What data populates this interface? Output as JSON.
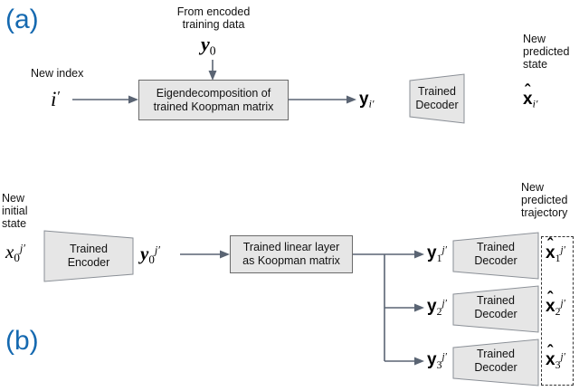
{
  "figure": {
    "panels": [
      {
        "id": "a",
        "letter": "(a)",
        "captions": {
          "from_encoded": "From encoded\ntraining data",
          "new_index": "New index",
          "new_predicted_state": "New\npredicted\nstate"
        },
        "symbols": {
          "y0": {
            "base": "y",
            "sub": "0",
            "sup": ""
          },
          "i_prime": {
            "base": "i",
            "sub": "",
            "sup": "′"
          },
          "y_iprime": {
            "base": "y",
            "sub": "i′",
            "sup": ""
          },
          "xhat_iprime": {
            "base": "x",
            "hat": "^",
            "sub": "i′",
            "sup": ""
          }
        },
        "blocks": {
          "eigendecomposition": "Eigendecomposition of\ntrained Koopman matrix",
          "decoder": "Trained\nDecoder"
        }
      },
      {
        "id": "b",
        "letter": "(b)",
        "captions": {
          "new_initial_state": "New\ninitial\nstate",
          "new_predicted_trajectory": "New\npredicted\ntrajectory"
        },
        "blocks": {
          "encoder": "Trained\nEncoder",
          "koopman": "Trained linear layer\nas Koopman matrix",
          "decoder": "Trained\nDecoder"
        },
        "symbols": {
          "x0": {
            "base": "x",
            "sub": "0",
            "sup": "j′"
          },
          "y0": {
            "base": "y",
            "sub": "0",
            "sup": "j′"
          },
          "y1": {
            "base": "y",
            "sub": "1",
            "sup": "j′"
          },
          "y2": {
            "base": "y",
            "sub": "2",
            "sup": "j′"
          },
          "y3": {
            "base": "y",
            "sub": "3",
            "sup": "j′"
          },
          "xhat1": {
            "base": "x",
            "hat": "^",
            "sub": "1",
            "sup": "j′"
          },
          "xhat2": {
            "base": "x",
            "hat": "^",
            "sub": "2",
            "sup": "j′"
          },
          "xhat3": {
            "base": "x",
            "hat": "^",
            "sub": "3",
            "sup": "j′"
          }
        },
        "decoder_rows": [
          {
            "label": "Trained\nDecoder"
          },
          {
            "label": "Trained\nDecoder"
          },
          {
            "label": "Trained\nDecoder"
          }
        ]
      }
    ],
    "colors": {
      "panel_letter": "#1569b0",
      "box_fill": "#e6e6e6",
      "box_stroke": "#6b6b6b",
      "trapezoid_stroke": "#8a8f96",
      "arrow": "#5a6473",
      "dashed_border": "#333333",
      "text": "#111111",
      "background": "#ffffff"
    }
  }
}
